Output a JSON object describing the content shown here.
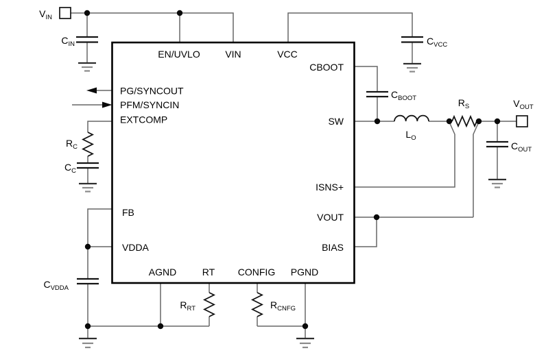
{
  "figure": {
    "type": "application-circuit-schematic",
    "description": "Buck regulator IC typical application circuit",
    "colors": {
      "background": "#ffffff",
      "wire": "#676767",
      "component": "#141414",
      "ic_border": "#000000",
      "text": "#000000"
    }
  },
  "ic": {
    "pins": {
      "top": [
        "EN/UVLO",
        "VIN",
        "VCC"
      ],
      "left": [
        "PG/SYNCOUT",
        "PFM/SYNCIN",
        "EXTCOMP",
        "FB",
        "VDDA"
      ],
      "right": [
        "CBOOT",
        "SW",
        "ISNS+",
        "VOUT",
        "BIAS"
      ],
      "bottom": [
        "AGND",
        "RT",
        "CONFIG",
        "PGND"
      ]
    }
  },
  "labels": {
    "vin_terminal": {
      "main": "V",
      "sub": "IN"
    },
    "vout_terminal": {
      "main": "V",
      "sub": "OUT"
    },
    "cin": {
      "main": "C",
      "sub": "IN"
    },
    "cvcc": {
      "main": "C",
      "sub": "VCC"
    },
    "cboot": {
      "main": "C",
      "sub": "BOOT"
    },
    "lo": {
      "main": "L",
      "sub": "O"
    },
    "rs": {
      "main": "R",
      "sub": "S"
    },
    "cout": {
      "main": "C",
      "sub": "OUT"
    },
    "rc": {
      "main": "R",
      "sub": "C"
    },
    "cc": {
      "main": "C",
      "sub": "C"
    },
    "cvdda": {
      "main": "C",
      "sub": "VDDA"
    },
    "rrt": {
      "main": "R",
      "sub": "RT"
    },
    "rcnfg": {
      "main": "R",
      "sub": "CNFG"
    }
  }
}
